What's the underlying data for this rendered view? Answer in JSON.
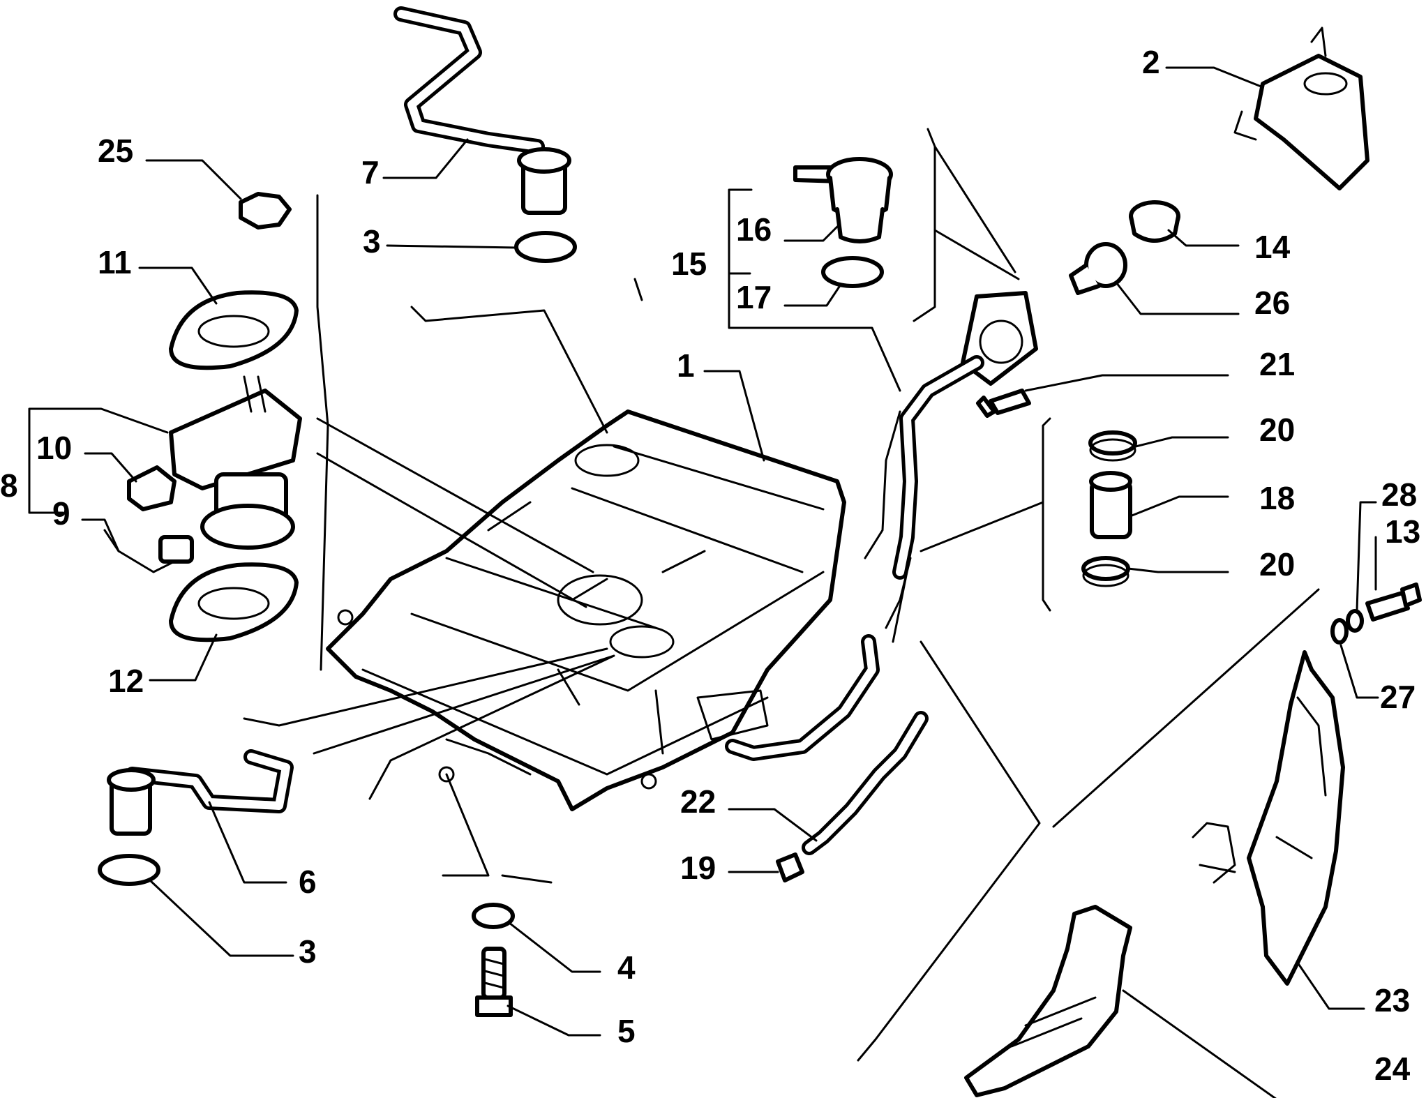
{
  "callouts": {
    "p1": "1",
    "p2": "2",
    "p3a": "3",
    "p3b": "3",
    "p4": "4",
    "p5": "5",
    "p6": "6",
    "p7": "7",
    "p8": "8",
    "p9": "9",
    "p10": "10",
    "p11": "11",
    "p12": "12",
    "p13": "13",
    "p14": "14",
    "p15": "15",
    "p16": "16",
    "p17": "17",
    "p18": "18",
    "p19": "19",
    "p20a": "20",
    "p20b": "20",
    "p21": "21",
    "p22": "22",
    "p23": "23",
    "p24": "24",
    "p25": "25",
    "p26": "26",
    "p27": "27",
    "p28": "28"
  }
}
